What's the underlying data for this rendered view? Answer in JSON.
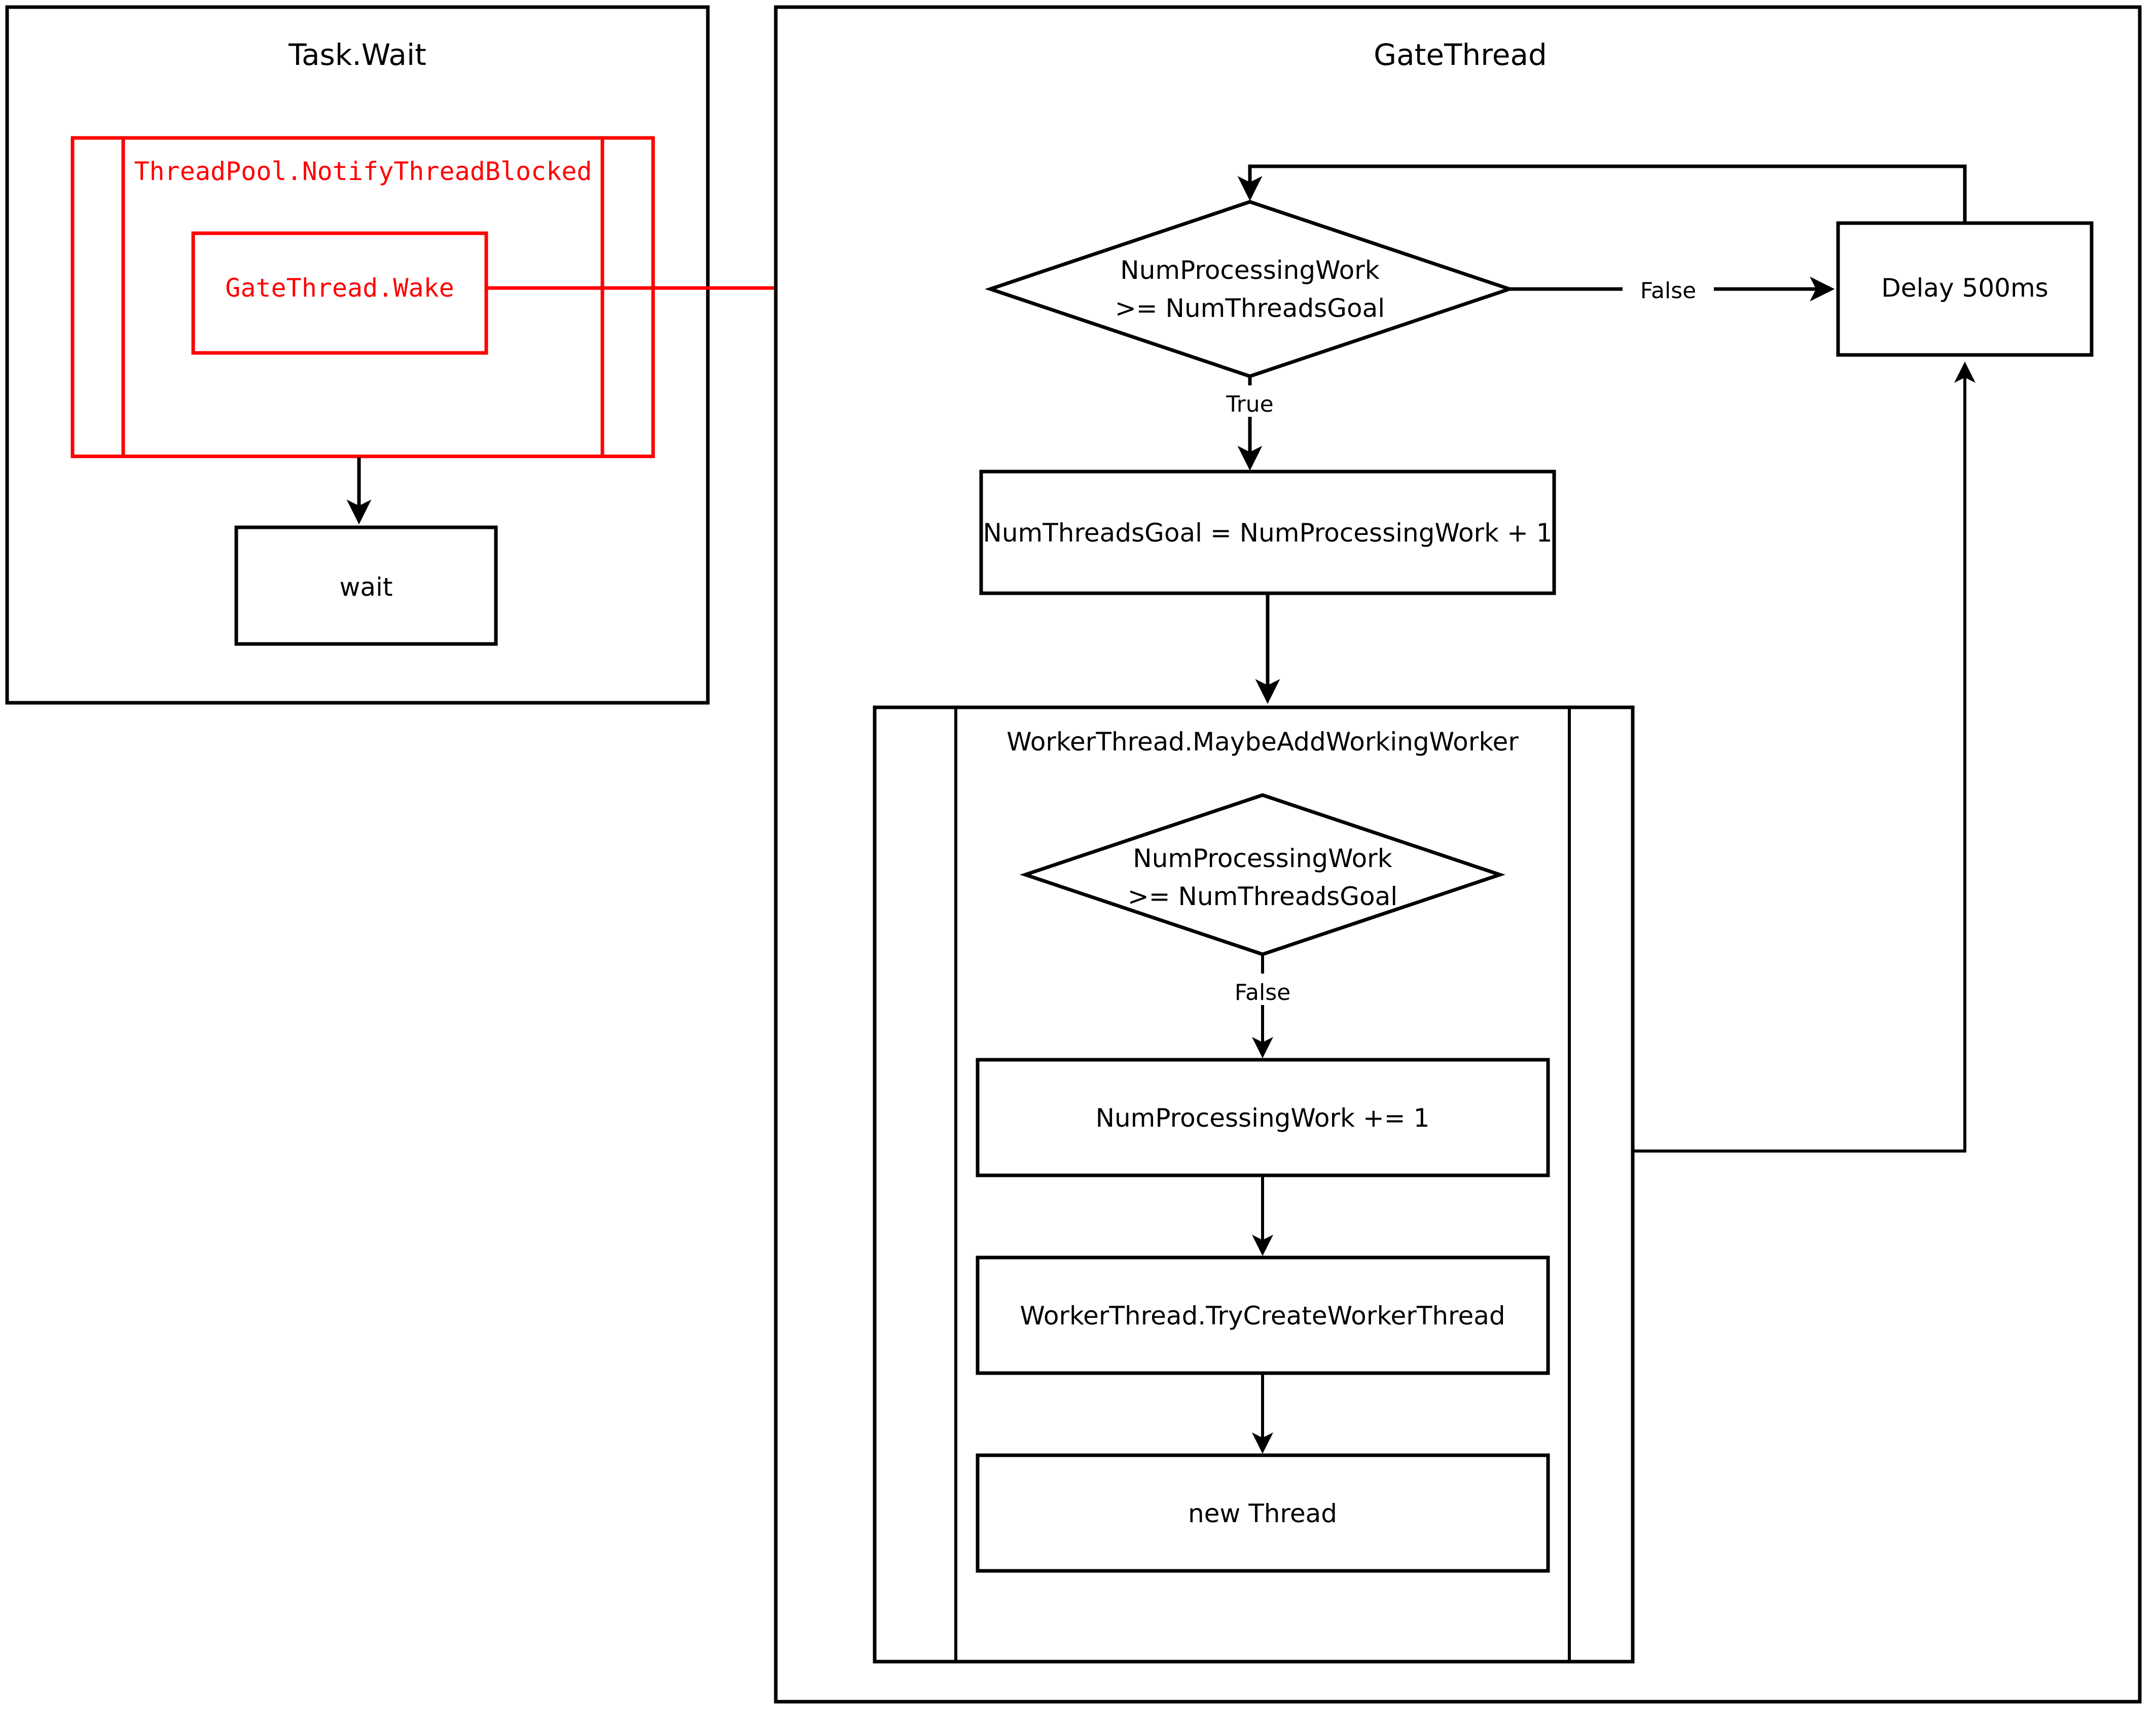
{
  "diagram": {
    "title_left": "Task.Wait",
    "title_right": "GateThread",
    "colors": {
      "highlight": "#ff0000",
      "line": "#000000",
      "background": "#ffffff"
    },
    "left_panel": {
      "container_label": "Task.Wait",
      "red_group_label": "ThreadPool.NotifyThreadBlocked",
      "red_inner_label": "GateThread.Wake",
      "wait_node": "wait"
    },
    "right_panel": {
      "container_label": "GateThread",
      "decision_top_line1": "NumProcessingWork",
      "decision_top_line2": ">= NumThreadsGoal",
      "edge_false_top": "False",
      "edge_true_top": "True",
      "delay_node": "Delay 500ms",
      "assign_node": "NumThreadsGoal = NumProcessingWork + 1",
      "subgroup_label": "WorkerThread.MaybeAddWorkingWorker",
      "decision_inner_line1": "NumProcessingWork",
      "decision_inner_line2": ">= NumThreadsGoal",
      "edge_false_inner": "False",
      "increment_node": "NumProcessingWork  += 1",
      "trycreate_node": "WorkerThread.TryCreateWorkerThread",
      "newthread_node": "new Thread"
    }
  }
}
